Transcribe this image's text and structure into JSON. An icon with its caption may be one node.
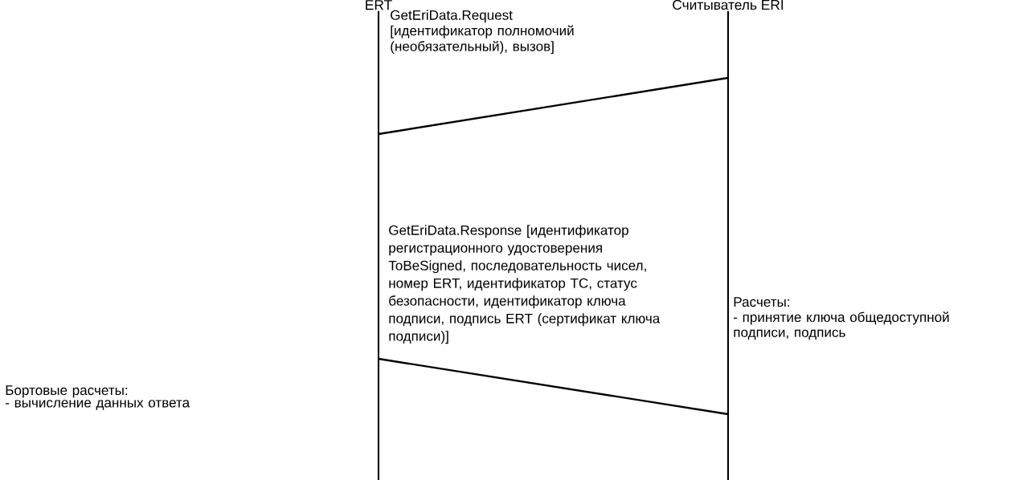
{
  "diagram": {
    "nodes": [
      {
        "text": [
          "ERT"
        ]
      },
      {
        "text": [
          "Считыватель ERI"
        ]
      }
    ],
    "edges": [
      {
        "from": 1,
        "to": 0,
        "arrow": "none",
        "label": "GetEriData.Request [идентификатор полномочий (необязательный), вызов]"
      },
      {
        "from": 0,
        "to": 1,
        "arrow": "none",
        "label": "GetEriData.Response [идентификатор регистрационного удостоверения ToBeSigned, последовательность чисел, номер ERT, идентификатор ТС, статус безопасности, идентификатор ключа подписи, подпись ERT (сертификат ключа подписи)]"
      }
    ],
    "labels": [
      "Расчеты:",
      "- принятие ключа общедоступной подписи, подпись",
      "Бортовые расчеты:",
      "- вычисление данных ответа"
    ]
  }
}
